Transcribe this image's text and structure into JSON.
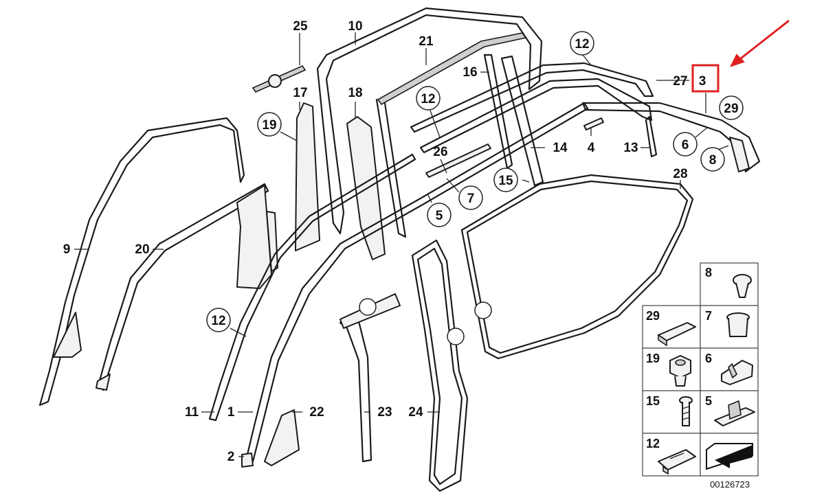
{
  "labels": {
    "l1": "1",
    "l2": "2",
    "l3": "3",
    "l4": "4",
    "l5": "5",
    "l6": "6",
    "l7": "7",
    "l8": "8",
    "l9": "9",
    "l10": "10",
    "l11": "11",
    "l12a": "12",
    "l12b": "12",
    "l12c": "12",
    "l13": "13",
    "l14": "14",
    "l15": "15",
    "l16": "16",
    "l17": "17",
    "l18": "18",
    "l19": "19",
    "l20": "20",
    "l21": "21",
    "l22": "22",
    "l23": "23",
    "l24": "24",
    "l25": "25",
    "l26": "26",
    "l27": "27",
    "l28": "28",
    "l29": "29"
  },
  "legend": {
    "c8": "8",
    "c29": "29",
    "c7": "7",
    "c19": "19",
    "c6": "6",
    "c15": "15",
    "c5": "5",
    "c12": "12"
  },
  "doc_id": "00126723",
  "highlighted_part": "3",
  "colors": {
    "highlight": "#e02020",
    "line": "#1a1a1a"
  }
}
